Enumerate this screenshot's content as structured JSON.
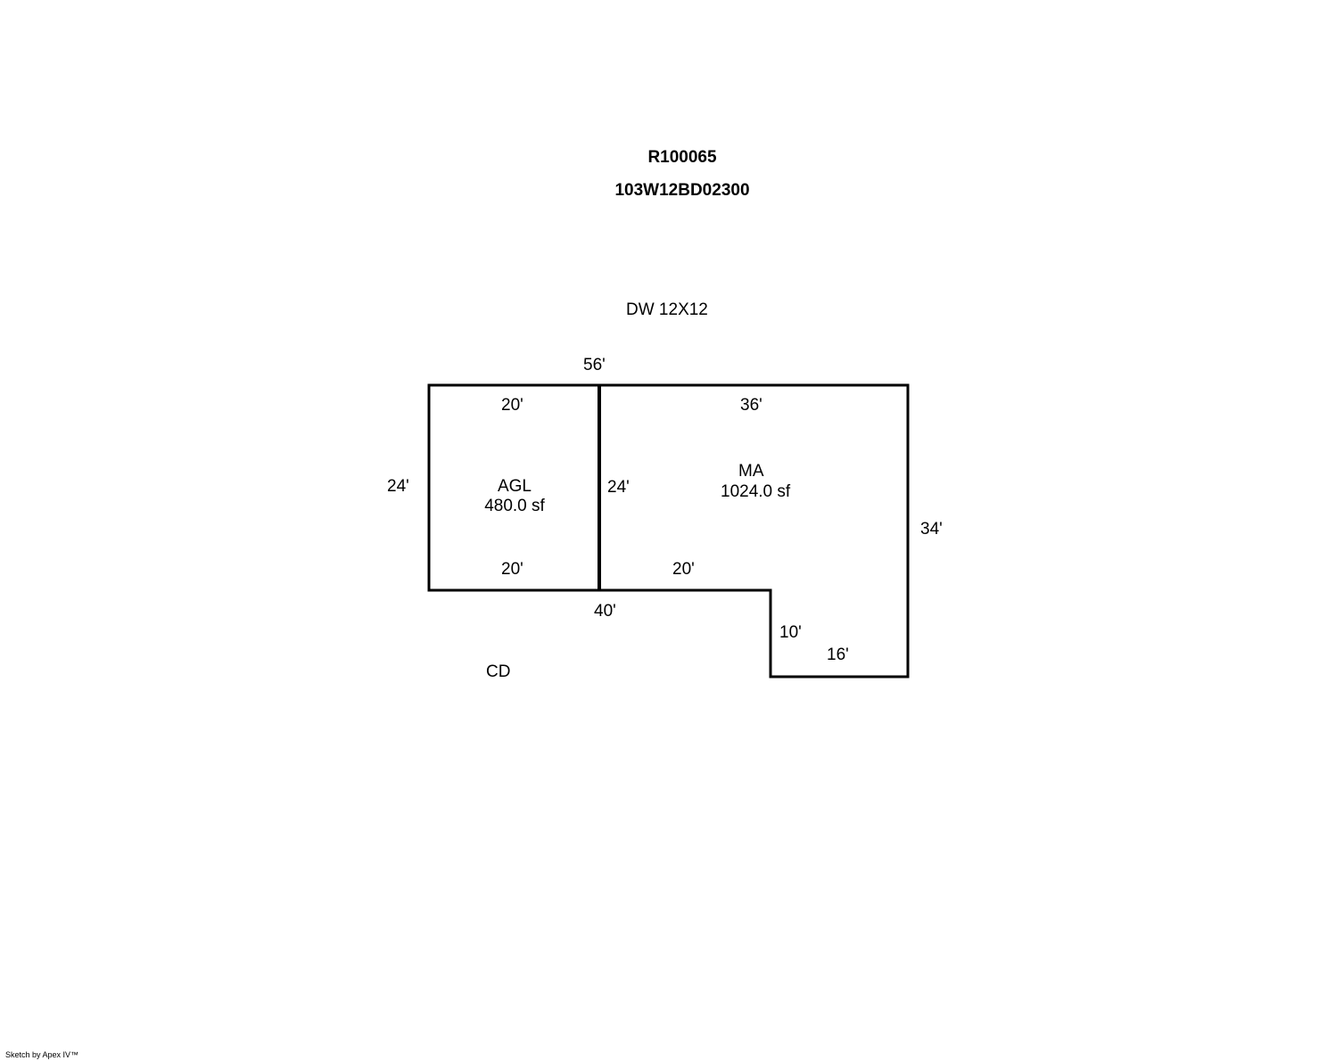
{
  "header": {
    "account": "R100065",
    "map_tax_lot": "103W12BD02300"
  },
  "sketch": {
    "note_top": "DW 12X12",
    "note_bottom": "CD",
    "areas": [
      {
        "code": "AGL",
        "area": "480.0 sf"
      },
      {
        "code": "MA",
        "area": "1024.0 sf"
      }
    ],
    "dimensions": {
      "overall_top": "56'",
      "agl_top": "20'",
      "ma_top": "36'",
      "agl_left": "24'",
      "shared_wall": "24'",
      "right_side": "34'",
      "agl_bottom": "20'",
      "ma_bottom_inner": "20'",
      "overall_bottom": "40'",
      "notch_side": "10'",
      "notch_bottom": "16'"
    },
    "line_color": "#000000"
  },
  "footer": {
    "credit": "Sketch by Apex IV™"
  }
}
